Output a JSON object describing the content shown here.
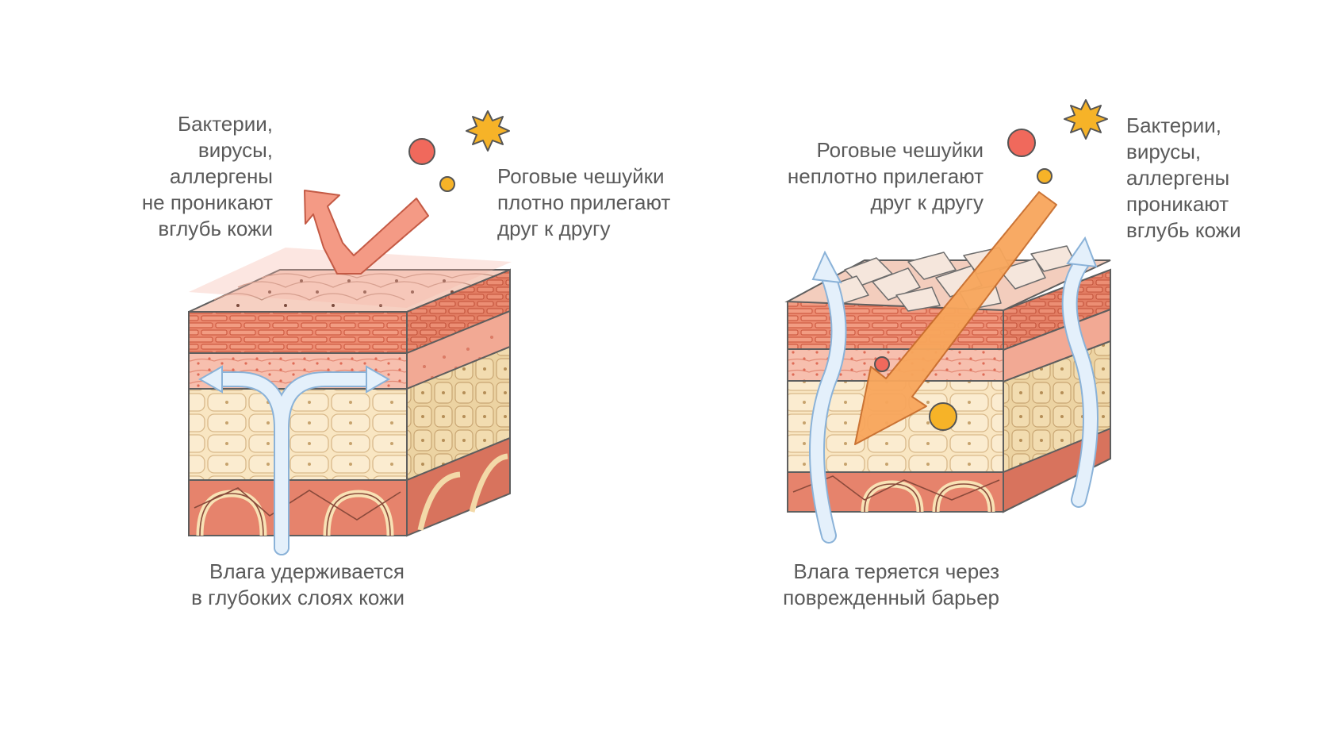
{
  "healthy": {
    "pathogens_label": [
      "Бактерии,",
      "вирусы,",
      "аллергены",
      "не проникают",
      "вглубь кожи"
    ],
    "scales_label": [
      "Роговые чешуйки",
      "плотно прилегают",
      "друг к другу"
    ],
    "moisture_label": [
      "Влага удерживается",
      "в глубоких слоях кожи"
    ]
  },
  "damaged": {
    "scales_label": [
      "Роговые чешуйки",
      "неплотно прилегают",
      "друг к другу"
    ],
    "pathogens_label": [
      "Бактерии,",
      "вирусы,",
      "аллергены",
      "проникают",
      "вглубь кожи"
    ],
    "moisture_label": [
      "Влага теряется через",
      "поврежденный барьер"
    ]
  },
  "colors": {
    "scale_top": "#f3c2b3",
    "brick": "#ec8a70",
    "pink_layer": "#f6b8a6",
    "fat_layer": "#f7e0b6",
    "dermis": "#e5826c",
    "moisture_arrow": "#e4f0fb",
    "moisture_arrow_stroke": "#8ab2d8",
    "reflect_arrow": "#f49a85",
    "penetrate_arrow": "#f8a65c",
    "red_ball": "#f0695c",
    "yellow_ball": "#f6b328",
    "star": "#f6b328"
  }
}
